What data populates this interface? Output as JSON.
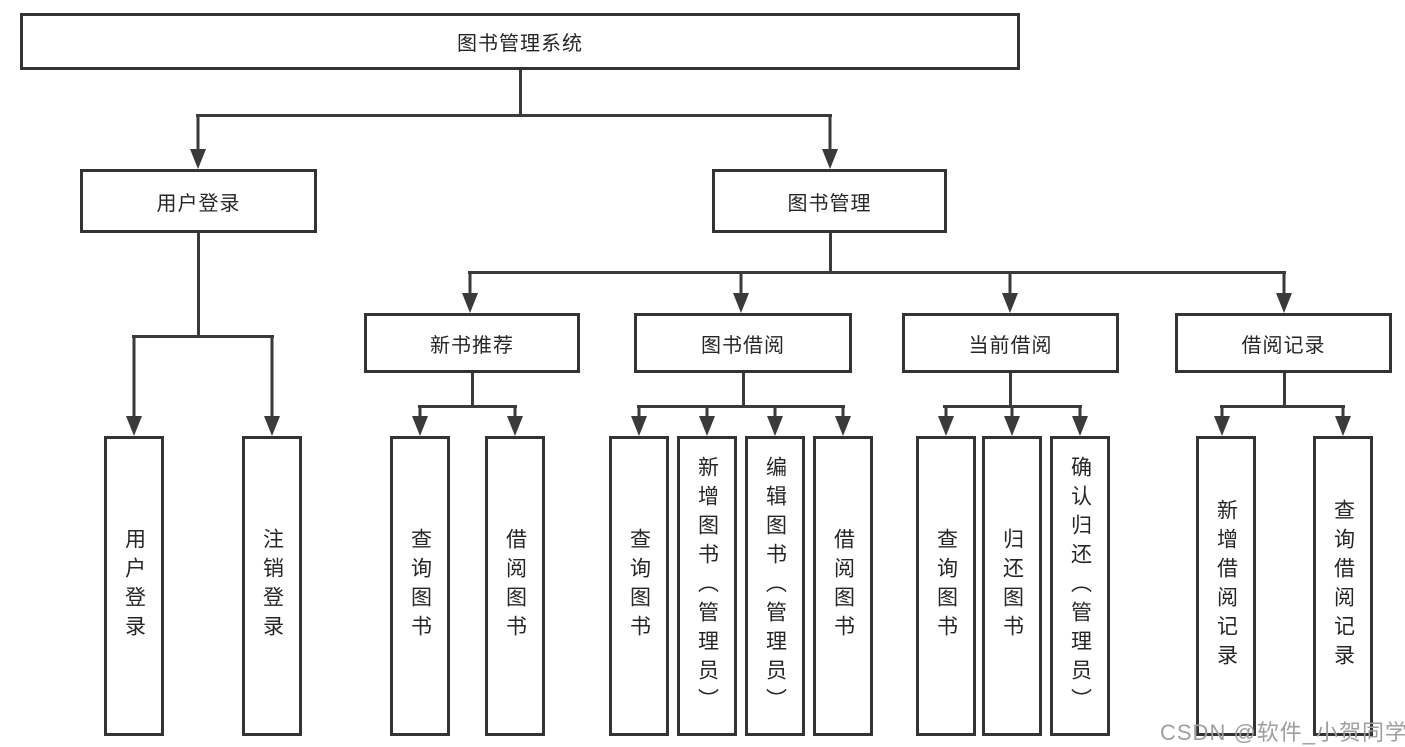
{
  "nodes": [
    {
      "id": "system-root",
      "label": "图书管理系统",
      "level": 1
    },
    {
      "id": "user-login",
      "label": "用户登录",
      "level": 2
    },
    {
      "id": "book-management",
      "label": "图书管理",
      "level": 2
    },
    {
      "id": "new-book-recommend",
      "label": "新书推荐",
      "level": 3
    },
    {
      "id": "book-borrow",
      "label": "图书借阅",
      "level": 3
    },
    {
      "id": "current-borrow",
      "label": "当前借阅",
      "level": 3
    },
    {
      "id": "borrow-records",
      "label": "借阅记录",
      "level": 3
    },
    {
      "id": "leaf-user-login",
      "label": "用户登录",
      "level": 4
    },
    {
      "id": "leaf-logout",
      "label": "注销登录",
      "level": 4
    },
    {
      "id": "leaf-recommend-query-book",
      "label": "查询图书",
      "level": 4
    },
    {
      "id": "leaf-recommend-borrow-book",
      "label": "借阅图书",
      "level": 4
    },
    {
      "id": "leaf-borrow-query-book",
      "label": "查询图书",
      "level": 4
    },
    {
      "id": "leaf-borrow-add-book-admin",
      "label": "新增图书（管理员）",
      "level": 4
    },
    {
      "id": "leaf-borrow-edit-book-admin",
      "label": "编辑图书（管理员）",
      "level": 4
    },
    {
      "id": "leaf-borrow-borrow-book",
      "label": "借阅图书",
      "level": 4
    },
    {
      "id": "leaf-current-query-book",
      "label": "查询图书",
      "level": 4
    },
    {
      "id": "leaf-current-return-book",
      "label": "归还图书",
      "level": 4
    },
    {
      "id": "leaf-current-confirm-return-admin",
      "label": "确认归还（管理员）",
      "level": 4
    },
    {
      "id": "leaf-records-add-record",
      "label": "新增借阅记录",
      "level": 4
    },
    {
      "id": "leaf-records-query-record",
      "label": "查询借阅记录",
      "level": 4
    }
  ],
  "watermark": {
    "text": "CSDN @软件_小贺同学"
  },
  "colors": {
    "line": "#3a3a3a",
    "box_border": "#333333",
    "text": "#262626",
    "watermark": "#9e9e9e",
    "background": "#ffffff"
  }
}
